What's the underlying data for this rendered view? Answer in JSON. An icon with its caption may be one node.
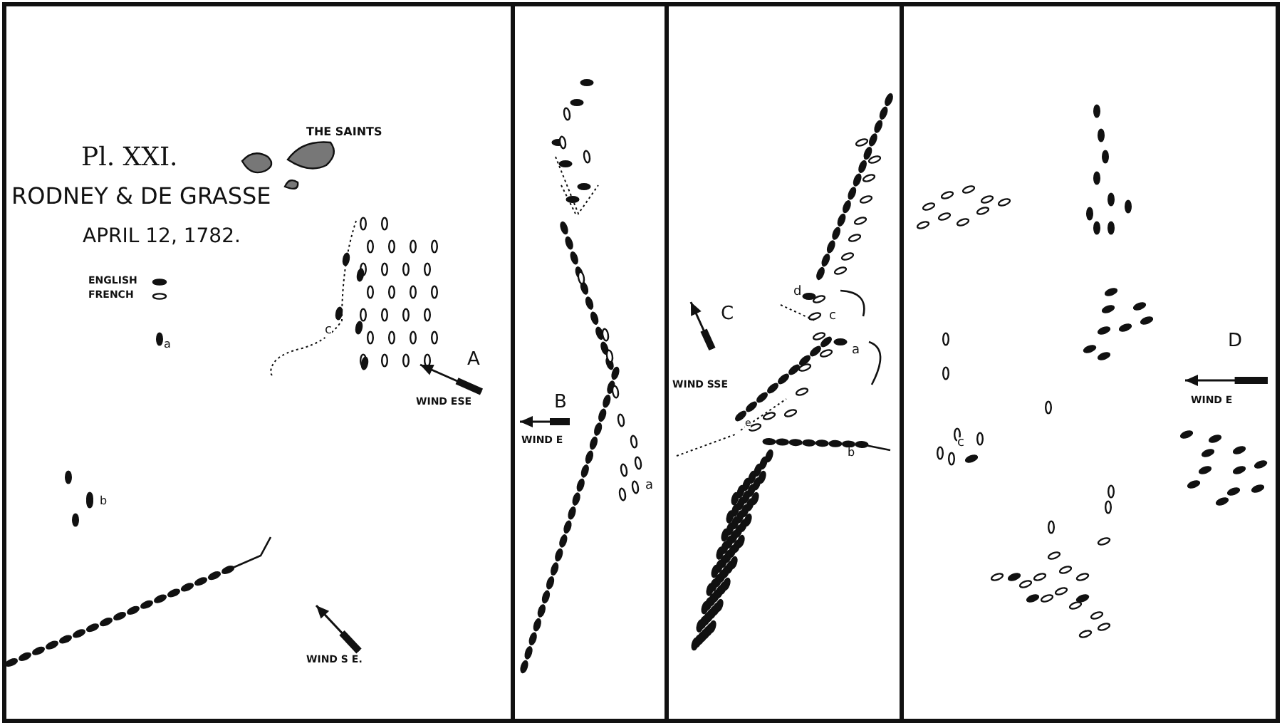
{
  "diagram": {
    "title": "RODNEY & DE GRASSE",
    "labels": [
      "Pl. XXI.",
      "THE SAINTS",
      "APRIL 12, 1782.",
      "c",
      "a",
      "A",
      "WIND ESE",
      "b",
      "WIND S E.",
      "B",
      "WIND E",
      "a",
      "C",
      "WIND SSE",
      "d",
      "c",
      "a",
      "e",
      "b",
      "c",
      "D",
      "WIND E"
    ],
    "legend": [
      {
        "text": "ENGLISH"
      },
      {
        "text": "FRENCH"
      }
    ]
  }
}
